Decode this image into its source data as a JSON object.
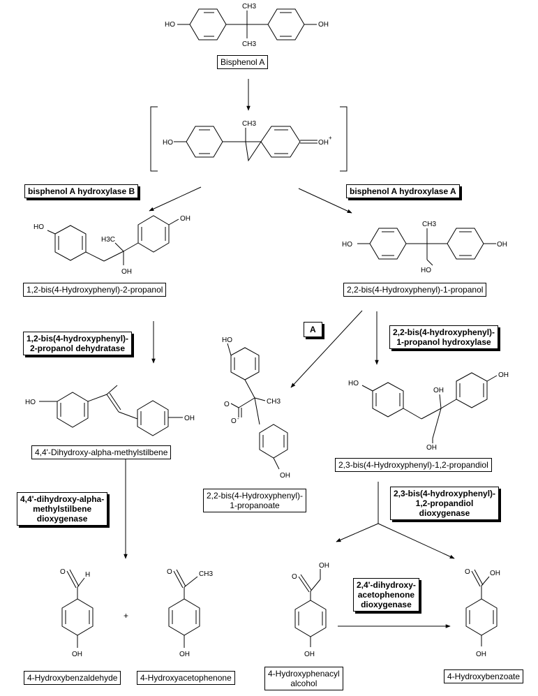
{
  "compounds": {
    "bisphenol_a": "Bisphenol A",
    "bis_2_propanol": "1,2-bis(4-Hydroxyphenyl)-2-propanol",
    "bis_1_propanol": "2,2-bis(4-Hydroxyphenyl)-1-propanol",
    "stilbene": "4,4'-Dihydroxy-alpha-methylstilbene",
    "propanoate_l1": "2,2-bis(4-Hydroxyphenyl)-",
    "propanoate_l2": "1-propanoate",
    "propandiol": "2,3-bis(4-Hydroxyphenyl)-1,2-propandiol",
    "benzaldehyde": "4-Hydroxybenzaldehyde",
    "acetophenone": "4-Hydroxyacetophenone",
    "phenacyl_l1": "4-Hydroxyphenacyl",
    "phenacyl_l2": "alcohol",
    "benzoate": "4-Hydroxybenzoate"
  },
  "enzymes": {
    "hydroxylase_b": "bisphenol A hydroxylase B",
    "hydroxylase_a": "bisphenol A hydroxylase A",
    "dehydratase_l1": "1,2-bis(4-hydroxyphenyl)-",
    "dehydratase_l2": "2-propanol dehydratase",
    "a_box": "A",
    "propanol_hydroxylase_l1": "2,2-bis(4-hydroxyphenyl)-",
    "propanol_hydroxylase_l2": "1-propanol hydroxylase",
    "stilbene_dioxygenase_l1": "4,4'-dihydroxy-alpha-",
    "stilbene_dioxygenase_l2": "methylstilbene",
    "stilbene_dioxygenase_l3": "dioxygenase",
    "propandiol_dioxygenase_l1": "2,3-bis(4-hydroxyphenyl)-",
    "propandiol_dioxygenase_l2": "1,2-propandiol",
    "propandiol_dioxygenase_l3": "dioxygenase",
    "acetophenone_dioxygenase_l1": "2,4'-dihydroxy-",
    "acetophenone_dioxygenase_l2": "acetophenone",
    "acetophenone_dioxygenase_l3": "dioxygenase"
  },
  "atoms": {
    "ho": "HO",
    "oh": "OH",
    "ch3": "CH3",
    "h3c": "H3C",
    "o": "O",
    "h": "H",
    "oh_plus": "OH",
    "plus_sign": "+",
    "o_minus": "O",
    "charge_minus": "-"
  },
  "misc": {
    "plus": "+"
  }
}
